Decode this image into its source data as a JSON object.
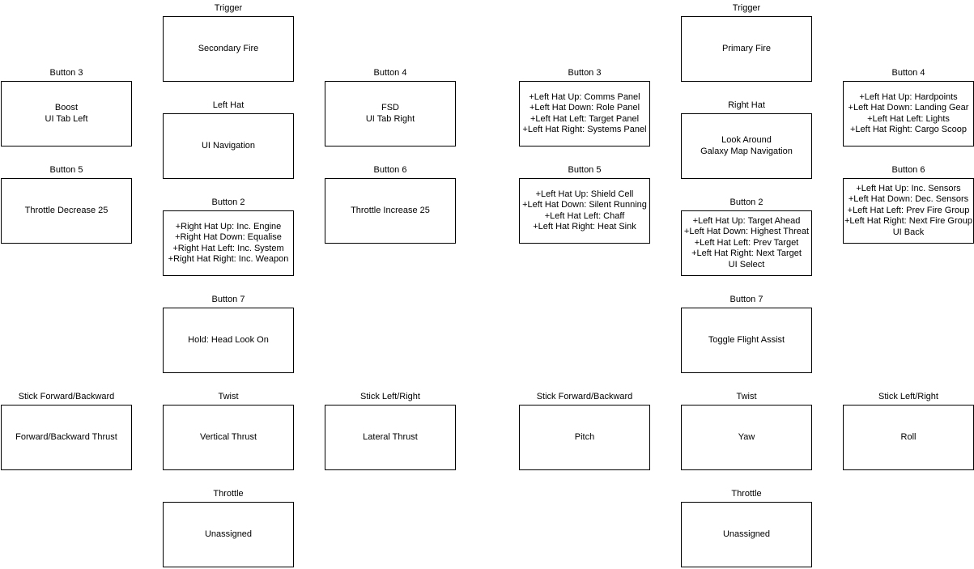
{
  "left": [
    {
      "id": "l-trigger",
      "label": "Trigger",
      "lines": [
        "Secondary Fire"
      ]
    },
    {
      "id": "l-button3",
      "label": "Button 3",
      "lines": [
        "Boost",
        "UI Tab Left"
      ]
    },
    {
      "id": "l-lefthat",
      "label": "Left Hat",
      "lines": [
        "UI Navigation"
      ]
    },
    {
      "id": "l-button4",
      "label": "Button 4",
      "lines": [
        "FSD",
        "UI Tab Right"
      ]
    },
    {
      "id": "l-button5",
      "label": "Button 5",
      "lines": [
        "Throttle Decrease 25"
      ]
    },
    {
      "id": "l-button2",
      "label": "Button 2",
      "lines": [
        "+Right Hat Up: Inc. Engine",
        "+Right Hat Down: Equalise",
        "+Right Hat Left: Inc. System",
        "+Right Hat Right: Inc. Weapon"
      ]
    },
    {
      "id": "l-button6",
      "label": "Button 6",
      "lines": [
        "Throttle Increase 25"
      ]
    },
    {
      "id": "l-button7",
      "label": "Button 7",
      "lines": [
        "Hold: Head Look On"
      ]
    },
    {
      "id": "l-stick-fb",
      "label": "Stick Forward/Backward",
      "lines": [
        "Forward/Backward Thrust"
      ]
    },
    {
      "id": "l-twist",
      "label": "Twist",
      "lines": [
        "Vertical Thrust"
      ]
    },
    {
      "id": "l-stick-lr",
      "label": "Stick Left/Right",
      "lines": [
        "Lateral Thrust"
      ]
    },
    {
      "id": "l-throttle",
      "label": "Throttle",
      "lines": [
        "Unassigned"
      ]
    }
  ],
  "right": [
    {
      "id": "r-trigger",
      "label": "Trigger",
      "lines": [
        "Primary Fire"
      ]
    },
    {
      "id": "r-button3",
      "label": "Button 3",
      "lines": [
        "+Left Hat Up: Comms Panel",
        "+Left Hat Down: Role Panel",
        "+Left Hat Left: Target Panel",
        "+Left Hat Right: Systems Panel"
      ]
    },
    {
      "id": "r-righthat",
      "label": "Right Hat",
      "lines": [
        "Look Around",
        "Galaxy Map Navigation"
      ]
    },
    {
      "id": "r-button4",
      "label": "Button 4",
      "lines": [
        "+Left Hat Up: Hardpoints",
        "+Left Hat Down: Landing Gear",
        "+Left Hat Left: Lights",
        "+Left Hat Right: Cargo Scoop"
      ]
    },
    {
      "id": "r-button5",
      "label": "Button 5",
      "lines": [
        "+Left Hat Up: Shield Cell",
        "+Left Hat Down: Silent Running",
        "+Left Hat Left: Chaff",
        "+Left Hat Right: Heat Sink"
      ]
    },
    {
      "id": "r-button2",
      "label": "Button 2",
      "lines": [
        "+Left Hat Up: Target Ahead",
        "+Left Hat Down: Highest Threat",
        "+Left Hat Left: Prev Target",
        "+Left Hat Right: Next Target",
        "UI Select"
      ]
    },
    {
      "id": "r-button6",
      "label": "Button 6",
      "lines": [
        "+Left Hat Up: Inc. Sensors",
        "+Left Hat Down: Dec. Sensors",
        "+Left Hat Left: Prev Fire Group",
        "+Left Hat Right: Next Fire Group",
        "UI Back"
      ]
    },
    {
      "id": "r-button7",
      "label": "Button 7",
      "lines": [
        "Toggle Flight Assist"
      ]
    },
    {
      "id": "r-stick-fb",
      "label": "Stick Forward/Backward",
      "lines": [
        "Pitch"
      ]
    },
    {
      "id": "r-twist",
      "label": "Twist",
      "lines": [
        "Yaw"
      ]
    },
    {
      "id": "r-stick-lr",
      "label": "Stick Left/Right",
      "lines": [
        "Roll"
      ]
    },
    {
      "id": "r-throttle",
      "label": "Throttle",
      "lines": [
        "Unassigned"
      ]
    }
  ]
}
